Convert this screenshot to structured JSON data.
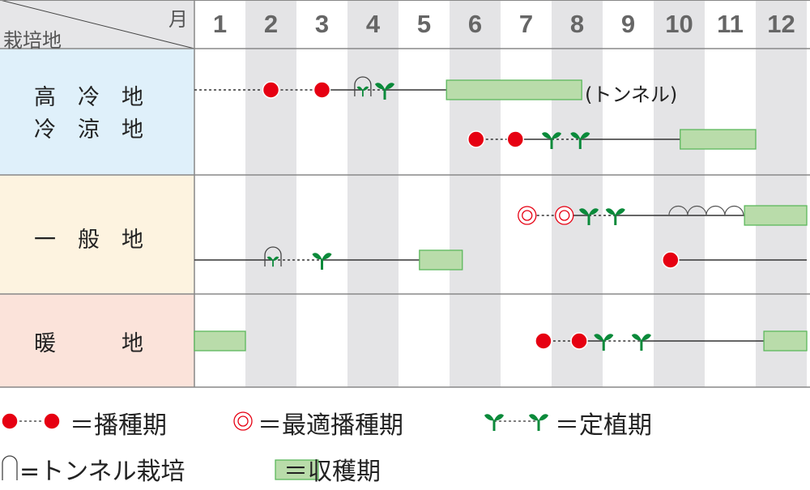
{
  "header": {
    "corner_month": "月",
    "corner_region": "栽培地",
    "months": [
      "1",
      "2",
      "3",
      "4",
      "5",
      "6",
      "7",
      "8",
      "9",
      "10",
      "11",
      "12"
    ]
  },
  "colors": {
    "sowing": "#e60012",
    "harvest_fill": "#b9dcaa",
    "harvest_border": "#5cb85c",
    "seedling": "#0a8a3a",
    "row_cool": "#dff0fa",
    "row_general": "#fdf3e0",
    "row_warm": "#fbe3da",
    "gray_col": "#e4e4e6"
  },
  "rows": [
    {
      "label_lines": [
        "高　冷　地",
        "冷　涼　地"
      ],
      "note": "(トンネル)",
      "tracks": [
        {
          "segments": [
            {
              "from": 1,
              "to": 2.5,
              "style": "dotted"
            },
            {
              "from": 2.5,
              "to": 3.5,
              "style": "dotted"
            },
            {
              "from": 3.5,
              "to": 4.3,
              "style": "solid"
            },
            {
              "from": 4.3,
              "to": 4.73,
              "style": "dotted"
            },
            {
              "from": 4.73,
              "to": 5.94,
              "style": "solid"
            }
          ],
          "marks": [
            {
              "type": "sowing",
              "at": 2.5
            },
            {
              "type": "sowing",
              "at": 3.5
            },
            {
              "type": "tunnel-seedling",
              "at": 4.3
            },
            {
              "type": "seedling",
              "at": 4.73
            }
          ],
          "harvest": [
            {
              "from": 5.94,
              "to": 8.59
            }
          ]
        },
        {
          "segments": [
            {
              "from": 6.52,
              "to": 7.29,
              "style": "dotted"
            },
            {
              "from": 7.29,
              "to": 8.0,
              "style": "solid"
            },
            {
              "from": 8.0,
              "to": 8.56,
              "style": "dotted"
            },
            {
              "from": 8.56,
              "to": 10.52,
              "style": "solid"
            }
          ],
          "marks": [
            {
              "type": "sowing",
              "at": 6.52
            },
            {
              "type": "sowing",
              "at": 7.29
            },
            {
              "type": "seedling",
              "at": 8.0
            },
            {
              "type": "seedling",
              "at": 8.56
            }
          ],
          "harvest": [
            {
              "from": 10.52,
              "to": 12.0
            }
          ]
        }
      ]
    },
    {
      "label_lines": [
        "一　般　地"
      ],
      "tracks": [
        {
          "segments": [
            {
              "from": 7.52,
              "to": 8.25,
              "style": "dotted"
            },
            {
              "from": 8.25,
              "to": 8.73,
              "style": "solid"
            },
            {
              "from": 8.73,
              "to": 9.25,
              "style": "dotted"
            },
            {
              "from": 9.25,
              "to": 11.78,
              "style": "solid"
            }
          ],
          "marks": [
            {
              "type": "optimal",
              "at": 7.52
            },
            {
              "type": "optimal",
              "at": 8.25
            },
            {
              "type": "seedling",
              "at": 8.73
            },
            {
              "type": "seedling",
              "at": 9.25
            }
          ],
          "tunnels": {
            "from": 10.3,
            "to": 11.76,
            "count": 4
          },
          "harvest": [
            {
              "from": 11.78,
              "to": 13
            }
          ]
        },
        {
          "segments": [
            {
              "from": 1,
              "to": 2.54,
              "style": "solid"
            },
            {
              "from": 2.54,
              "to": 3.5,
              "style": "dotted"
            },
            {
              "from": 3.5,
              "to": 5.41,
              "style": "solid"
            },
            {
              "from": 10.33,
              "to": 13,
              "style": "solid"
            }
          ],
          "marks": [
            {
              "type": "tunnel-seedling",
              "at": 2.54
            },
            {
              "type": "seedling",
              "at": 3.5
            },
            {
              "type": "sowing",
              "at": 10.33
            }
          ],
          "harvest": [
            {
              "from": 5.41,
              "to": 6.25
            }
          ]
        }
      ]
    },
    {
      "label_lines": [
        "暖　　　地"
      ],
      "tracks": [
        {
          "segments": [
            {
              "from": 7.84,
              "to": 8.54,
              "style": "dotted"
            },
            {
              "from": 8.54,
              "to": 9.02,
              "style": "solid"
            },
            {
              "from": 9.02,
              "to": 9.76,
              "style": "dotted"
            },
            {
              "from": 9.76,
              "to": 12.16,
              "style": "solid"
            }
          ],
          "marks": [
            {
              "type": "sowing",
              "at": 7.84
            },
            {
              "type": "sowing",
              "at": 8.54
            },
            {
              "type": "seedling",
              "at": 9.02
            },
            {
              "type": "seedling",
              "at": 9.76
            }
          ],
          "harvest": [
            {
              "from": 1,
              "to": 2
            },
            {
              "from": 12.16,
              "to": 13
            }
          ]
        }
      ]
    }
  ],
  "legend": {
    "sowing": "＝播種期",
    "optimal": "＝最適播種期",
    "planting": "＝定植期",
    "tunnel": "=トンネル栽培",
    "harvest": "＝収穫期"
  }
}
